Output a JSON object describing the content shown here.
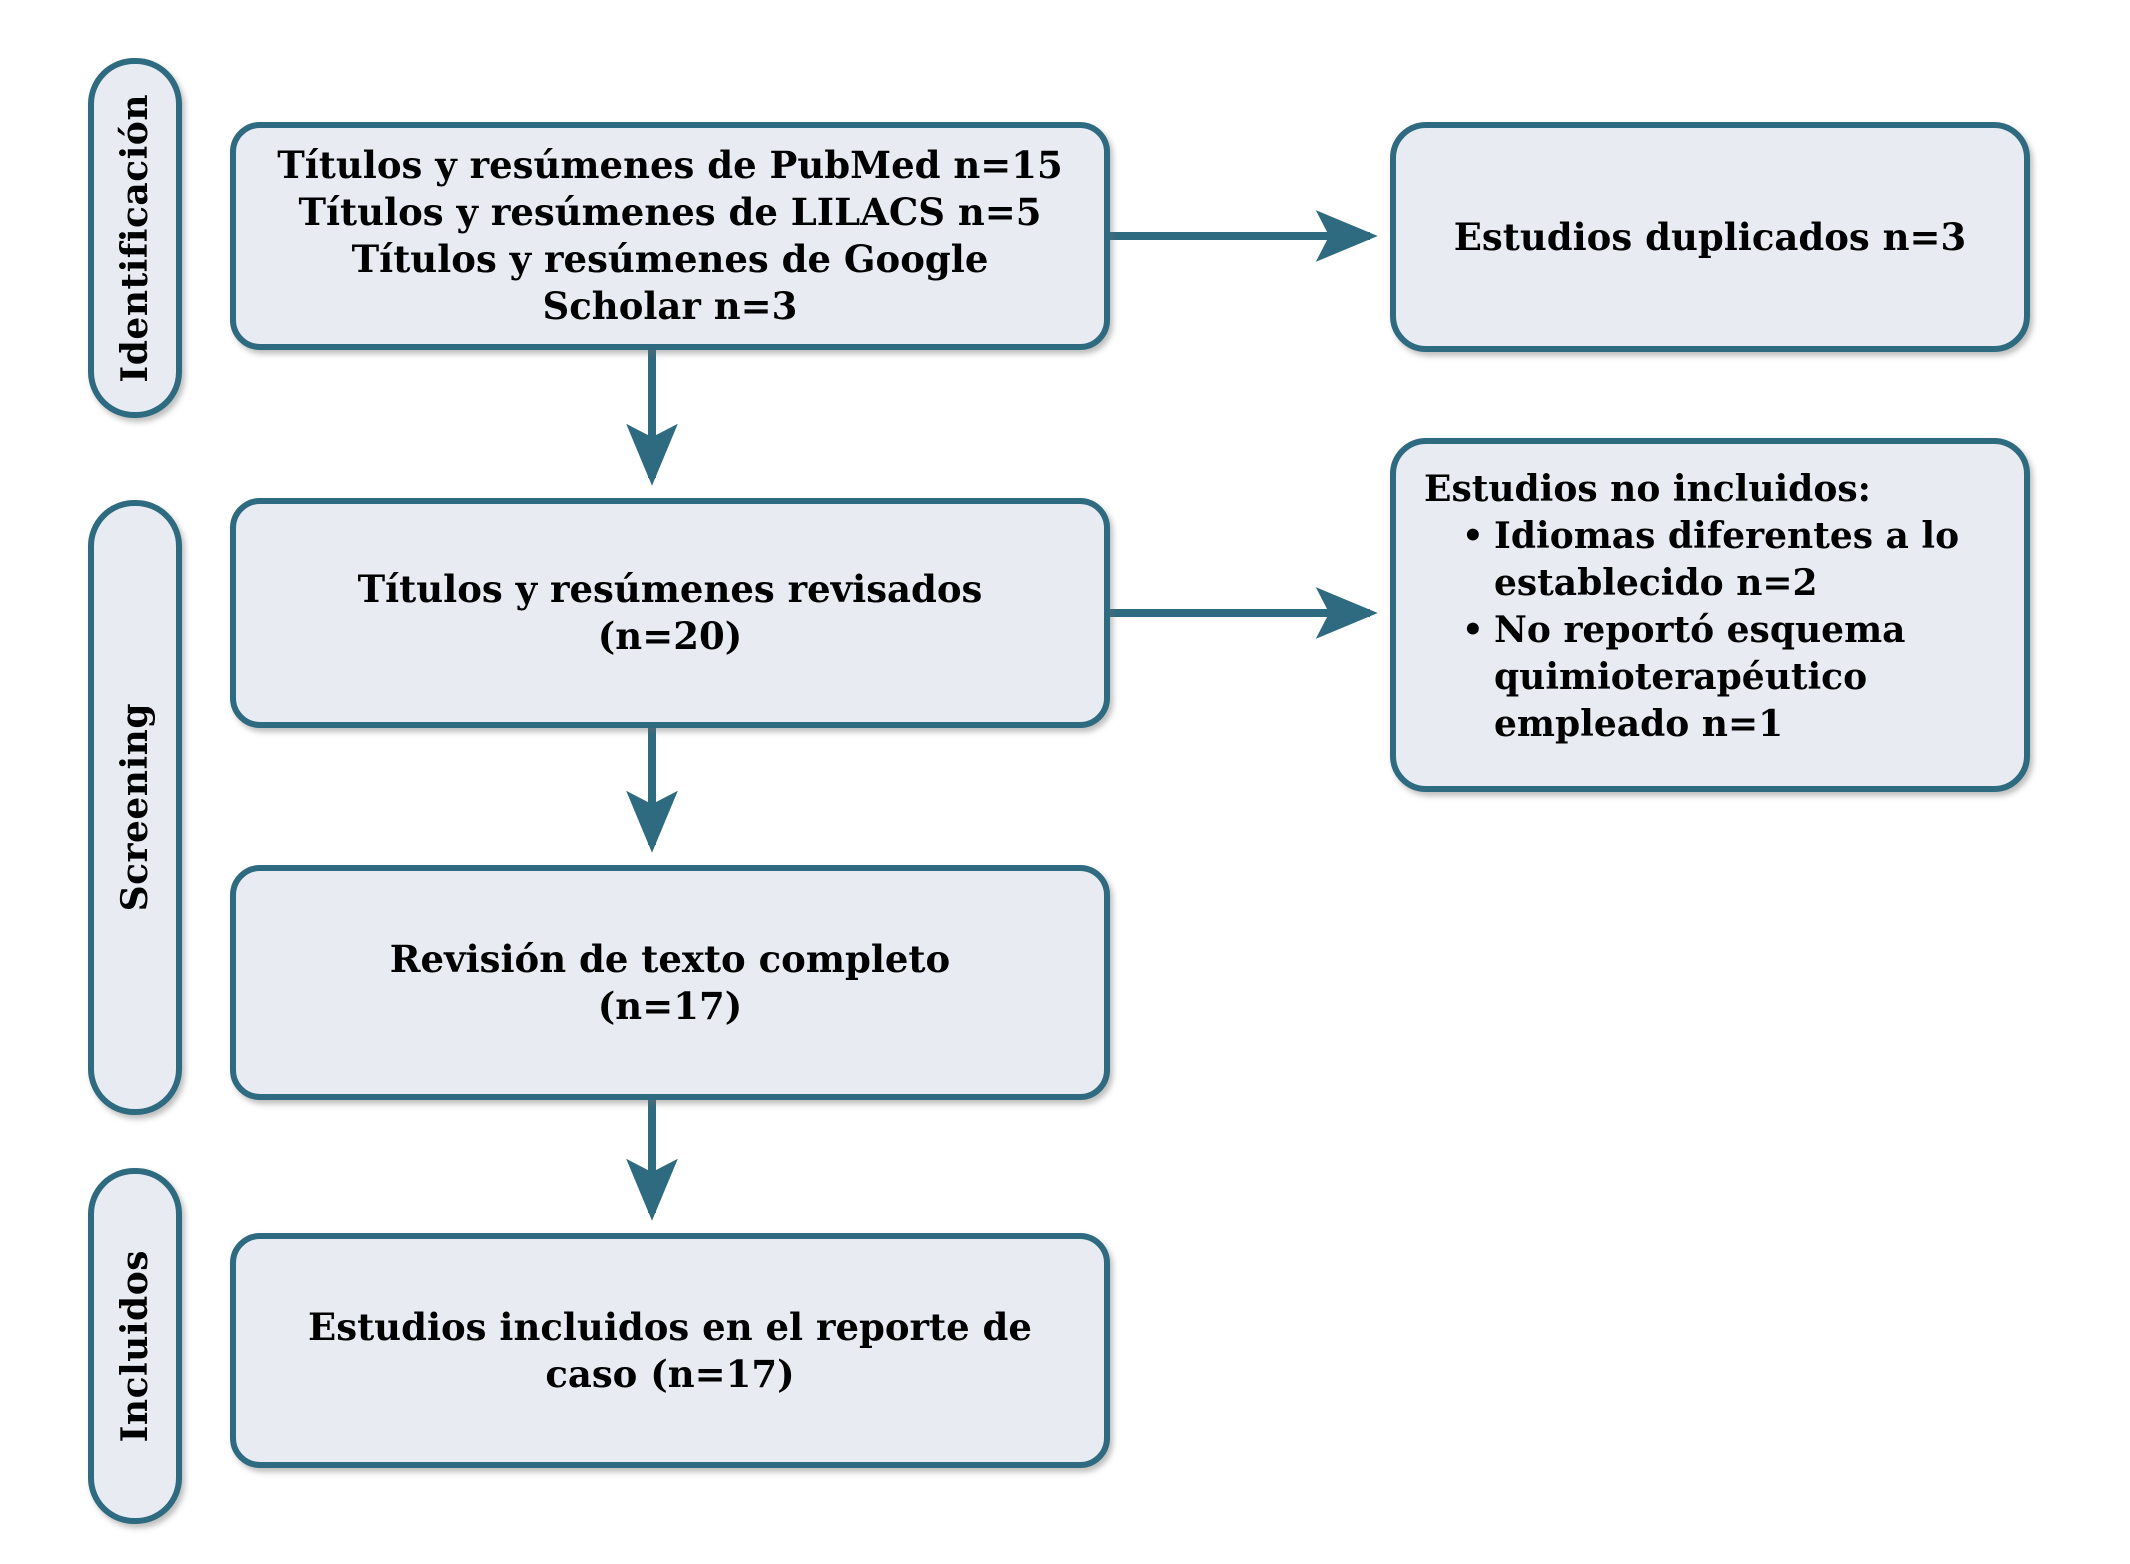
{
  "colors": {
    "accent_teal": "#2E6A80",
    "box_fill": "#E8EBF1",
    "text": "#000000",
    "background": "#FFFFFF"
  },
  "sidebar": {
    "stages": [
      {
        "label": "Identificación"
      },
      {
        "label": "Screening"
      },
      {
        "label": "Incluidos"
      }
    ]
  },
  "flow": {
    "box1": {
      "lines": [
        "Títulos y resúmenes de PubMed n=15",
        "Títulos y resúmenes de LILACS n=5",
        "Títulos y resúmenes de Google",
        "Scholar n=3"
      ]
    },
    "box2": {
      "lines": [
        "Títulos y resúmenes revisados",
        "(n=20)"
      ]
    },
    "box3": {
      "lines": [
        "Revisión de texto completo",
        "(n=17)"
      ]
    },
    "box4": {
      "lines": [
        "Estudios incluidos en el reporte de",
        "caso (n=17)"
      ]
    }
  },
  "side": {
    "duplicates": {
      "label": "Estudios duplicados n=3"
    },
    "excluded": {
      "title": "Estudios no incluidos:",
      "bullet_glyph": "•",
      "items": [
        {
          "lines": [
            "Idiomas diferentes a lo",
            "establecido n=2"
          ]
        },
        {
          "lines": [
            "No reportó esquema",
            "quimioterapéutico",
            "empleado n=1"
          ]
        }
      ]
    }
  }
}
